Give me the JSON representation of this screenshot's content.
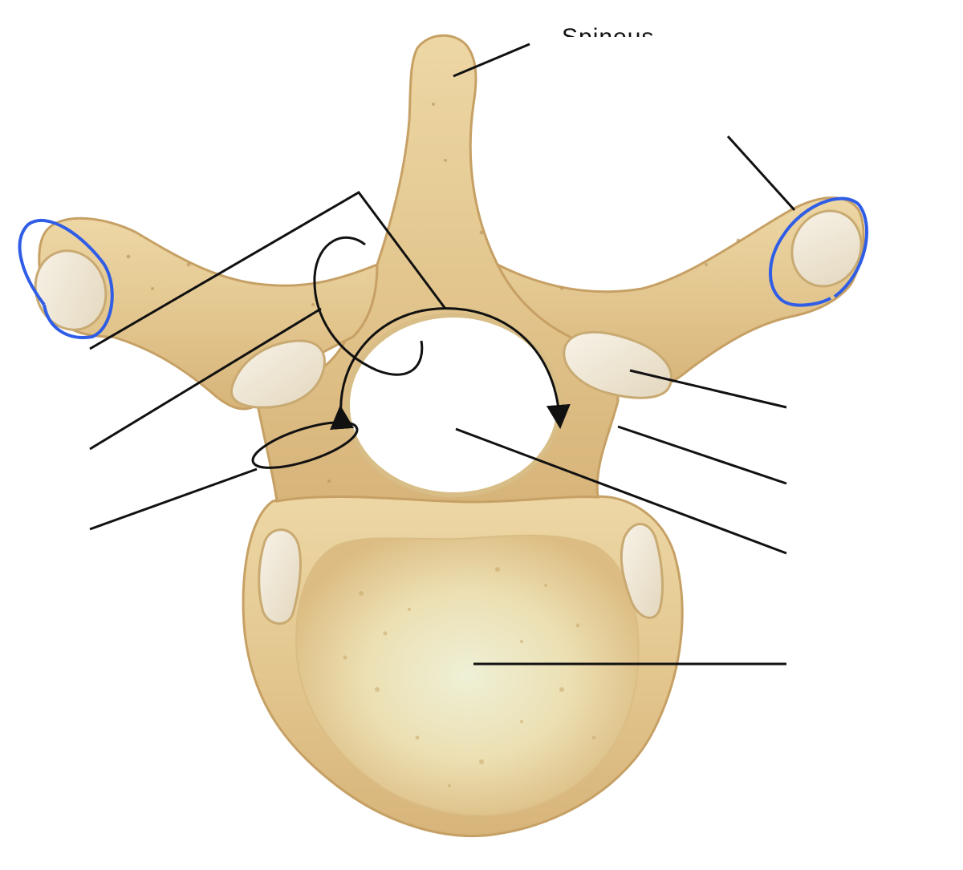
{
  "diagram": {
    "subject": "vertebra",
    "view": "superior",
    "partial_label_text": "Spinous",
    "colors": {
      "bone_light": "#f4e7c3",
      "bone_mid": "#e7cf97",
      "bone_dark": "#c9a66a",
      "facet": "#efe8d8",
      "body_center": "#eef0d2",
      "leader_line": "#111111",
      "highlight": "#2f5de6",
      "background": "#ffffff"
    }
  }
}
